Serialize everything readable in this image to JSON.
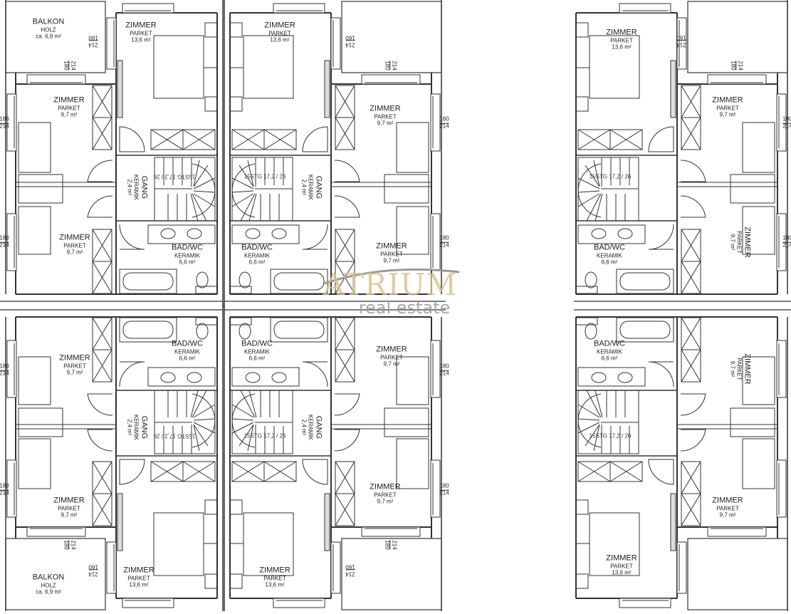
{
  "rooms": [
    {
      "name": "BALKON",
      "floor": "HOLZ",
      "area": "ca. 6,9 m²"
    },
    {
      "name": "ZIMMER",
      "floor": "PARKET",
      "area": "13,6 m²"
    },
    {
      "name": "ZIMMER",
      "floor": "PARKET",
      "area": "9,7 m²"
    },
    {
      "name": "ZIMMER",
      "floor": "PARKET",
      "area": "9,7 m²"
    },
    {
      "name": "GANG",
      "floor": "KERAMIK",
      "area": "2,4 m²"
    },
    {
      "name": "BAD/WC",
      "floor": "KERAMIK",
      "area": "6,6 m²"
    },
    {
      "name": "ZIMMER",
      "floor": "PARKET",
      "area": "13,6 m²"
    },
    {
      "name": "ZIMMER",
      "floor": "PARKET",
      "area": "9,7 m²"
    },
    {
      "name": "ZIMMER",
      "floor": "PARKET",
      "area": "9,7 m²"
    },
    {
      "name": "GANG",
      "floor": "KERAMIK",
      "area": "2,4 m²"
    },
    {
      "name": "BAD/WC",
      "floor": "KERAMIK",
      "area": "6,6 m²"
    },
    {
      "name": "ZIMMER",
      "floor": "PARKET",
      "area": "13,6 m²"
    },
    {
      "name": "ZIMMER",
      "floor": "PARKET",
      "area": "9,7 m²"
    },
    {
      "name": "ZIMMER",
      "floor": "PARKET",
      "area": "9,7 m²"
    },
    {
      "name": "BAD/WC",
      "floor": "KERAMIK",
      "area": "6,6 m²"
    },
    {
      "name": "BALKON",
      "floor": "HOLZ",
      "area": "ca. 6,9 m²"
    },
    {
      "name": "ZIMMER",
      "floor": "PARKET",
      "area": "13,6 m²"
    },
    {
      "name": "ZIMMER",
      "floor": "PARKET",
      "area": "9,7 m²"
    },
    {
      "name": "ZIMMER",
      "floor": "PARKET",
      "area": "9,7 m²"
    },
    {
      "name": "GANG",
      "floor": "KERAMIK",
      "area": "2,4 m²"
    },
    {
      "name": "BAD/WC",
      "floor": "KERAMIK",
      "area": "6,6 m²"
    },
    {
      "name": "ZIMMER",
      "floor": "PARKET",
      "area": "13,6 m²"
    },
    {
      "name": "ZIMMER",
      "floor": "PARKET",
      "area": "9,7 m²"
    },
    {
      "name": "ZIMMER",
      "floor": "PARKET",
      "area": "9,7 m²"
    },
    {
      "name": "GANG",
      "floor": "KERAMIK",
      "area": "2,4 m²"
    },
    {
      "name": "BAD/WC",
      "floor": "KERAMIK",
      "area": "6,6 m²"
    },
    {
      "name": "ZIMMER",
      "floor": "PARKET",
      "area": "13,6 m²"
    },
    {
      "name": "ZIMMER",
      "floor": "PARKET",
      "area": "9,7 m²"
    },
    {
      "name": "ZIMMER",
      "floor": "PARKET",
      "area": "9,7 m²"
    },
    {
      "name": "BAD/WC",
      "floor": "KERAMIK",
      "area": "6,6 m²"
    }
  ],
  "stairs": [
    "15STG 17,2 / 26",
    "15STG 17,2 / 26",
    "15STG 17,2 / 26",
    "15STG 17,2 / 26",
    "15STG 17,2 / 26",
    "15STG 17,2 / 26"
  ],
  "dims": [
    {
      "a": "214",
      "b": "160"
    },
    {
      "a": "214",
      "b": "180"
    },
    {
      "a": "180",
      "b": "214"
    },
    {
      "a": "180",
      "b": "214"
    },
    {
      "a": "214",
      "b": "160"
    },
    {
      "a": "214",
      "b": "180"
    },
    {
      "a": "180",
      "b": "214"
    },
    {
      "a": "180",
      "b": "214"
    },
    {
      "a": "214",
      "b": "160"
    },
    {
      "a": "214",
      "b": "180"
    },
    {
      "a": "180",
      "b": "214"
    },
    {
      "a": "180",
      "b": "214"
    },
    {
      "a": "214",
      "b": "160"
    },
    {
      "a": "214",
      "b": "180"
    },
    {
      "a": "180",
      "b": "214"
    },
    {
      "a": "180",
      "b": "214"
    },
    {
      "a": "214",
      "b": "160"
    },
    {
      "a": "214",
      "b": "180"
    },
    {
      "a": "180",
      "b": "214"
    },
    {
      "a": "180",
      "b": "214"
    }
  ],
  "watermark": {
    "title": "ATRIUM",
    "subtitle": "real estate"
  },
  "colors": {
    "wall": "#333333",
    "logo_gold": "#d8c08c",
    "logo_grey": "#9a9a9a"
  }
}
